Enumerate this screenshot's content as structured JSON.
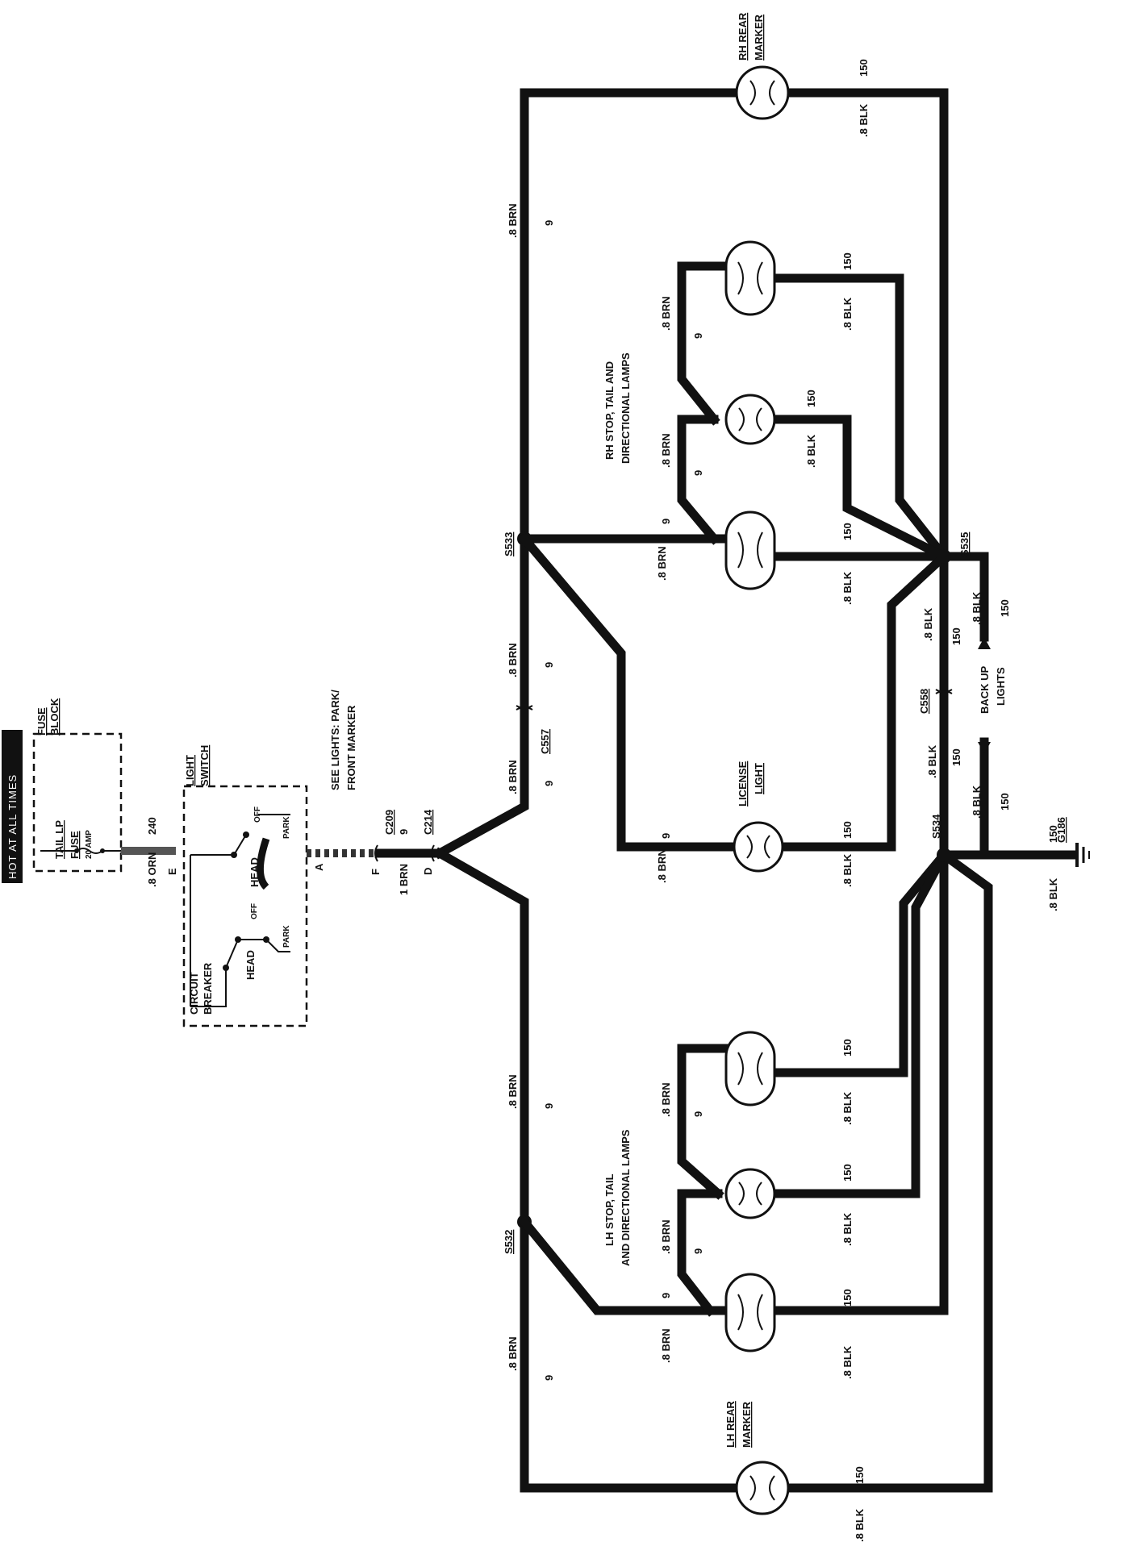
{
  "header": {
    "hot_label": "HOT AT ALL TIMES"
  },
  "fuse_block": {
    "title_1": "FUSE",
    "title_2": "BLOCK",
    "fuse_1": "TAIL LP",
    "fuse_2": "FUSE",
    "rating": "20 AMP"
  },
  "light_switch": {
    "title_1": "LIGHT",
    "title_2": "SWITCH",
    "circuit_breaker_1": "CIRCUIT",
    "circuit_breaker_2": "BREAKER",
    "pos_off_a": "OFF",
    "pos_head_a": "HEAD",
    "pos_park_a": "PARK",
    "pos_off_b": "OFF",
    "pos_head_b": "HEAD",
    "pos_park_b": "PARK"
  },
  "terminals": {
    "e": "E",
    "a": "A",
    "f": "F",
    "d": "D"
  },
  "connectors": {
    "c209": "C209",
    "c214": "C214",
    "c557": "C557",
    "c558": "C558"
  },
  "splices": {
    "s532": "S532",
    "s533": "S533",
    "s534": "S534",
    "s535": "S535"
  },
  "ground": {
    "g186": "G186"
  },
  "wires": {
    "w240": "240",
    "orn": ".8 ORN",
    "one_brn": "1 BRN",
    "c9": "9",
    "brn": ".8 BRN",
    "blk": ".8 BLK",
    "c150": "150"
  },
  "notes": {
    "see_lights_1": "SEE LIGHTS: PARK/",
    "see_lights_2": "FRONT MARKER"
  },
  "components": {
    "rh_rear_1": "RH REAR",
    "rh_rear_2": "MARKER",
    "lh_rear_1": "LH REAR",
    "lh_rear_2": "MARKER",
    "license_1": "LICENSE",
    "license_2": "LIGHT",
    "rh_stop_1": "RH STOP, TAIL AND",
    "rh_stop_2": "DIRECTIONAL LAMPS",
    "lh_stop_1": "LH STOP, TAIL",
    "lh_stop_2": "AND DIRECTIONAL LAMPS",
    "backup_1": "BACK UP",
    "backup_2": "LIGHTS"
  }
}
